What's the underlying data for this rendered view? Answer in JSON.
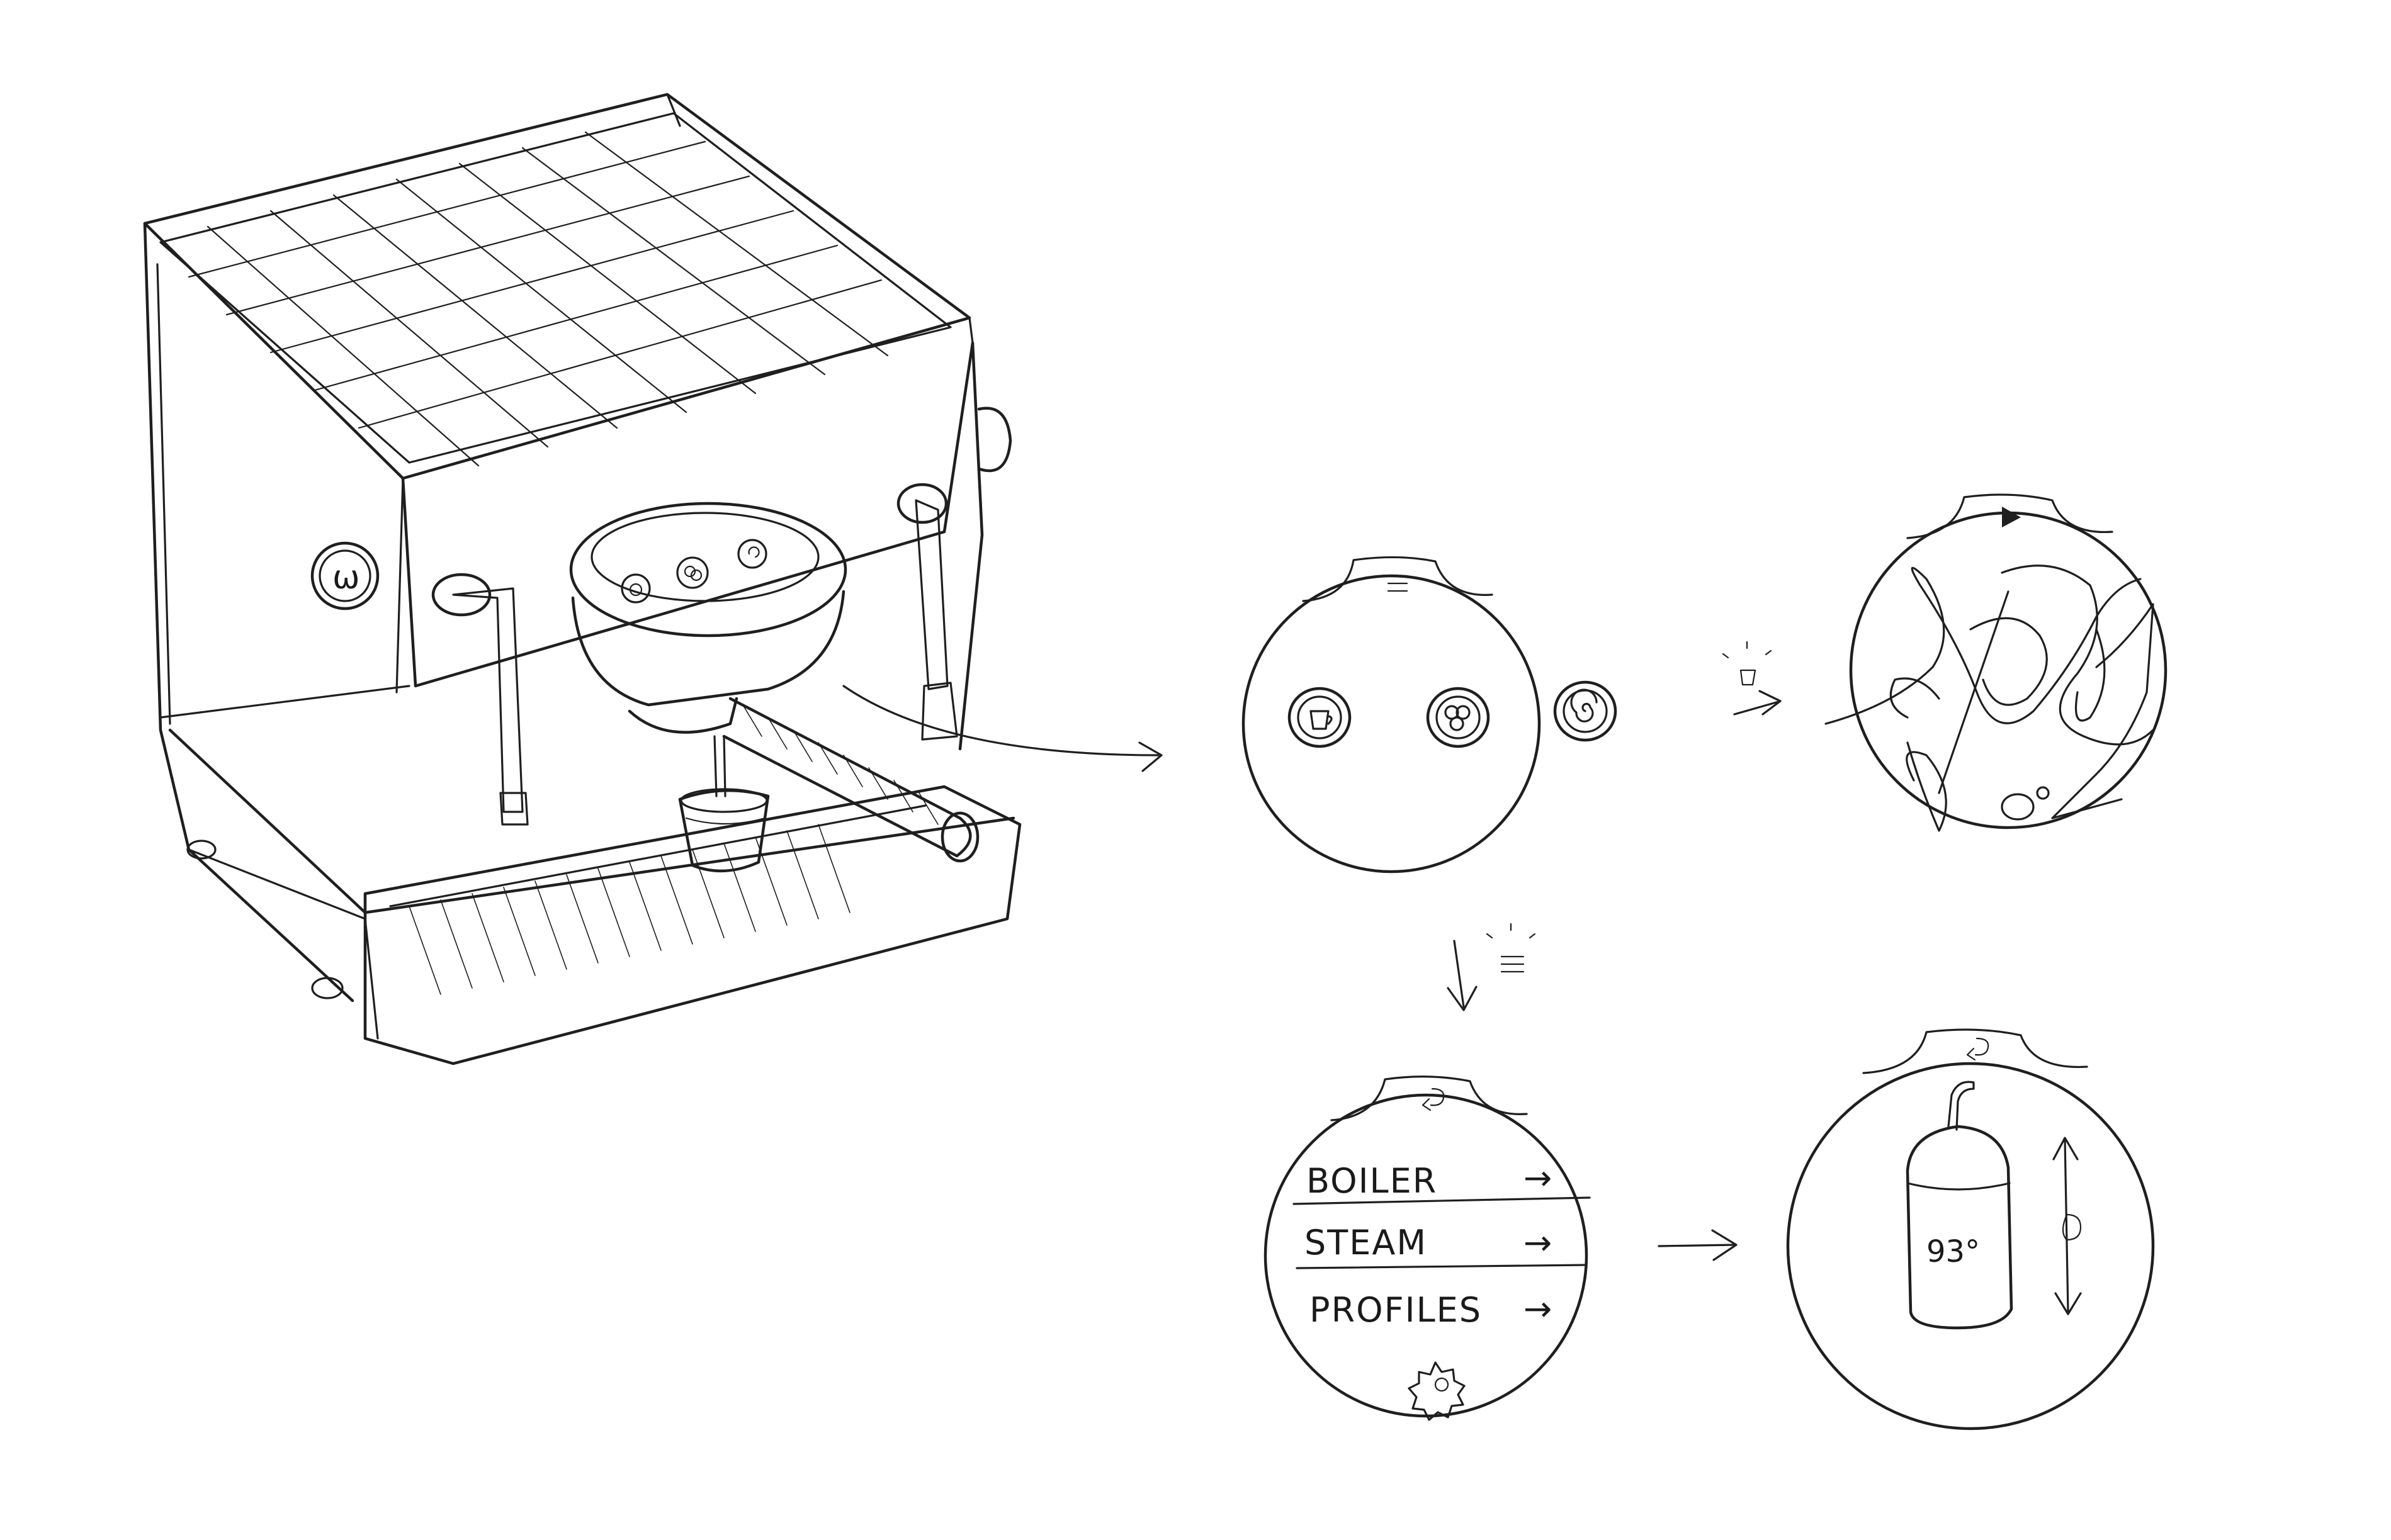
{
  "menu_screen": {
    "items": [
      {
        "label": "BOILER",
        "arrow": "→"
      },
      {
        "label": "STEAM",
        "arrow": "→"
      },
      {
        "label": "PROFILES",
        "arrow": "→"
      }
    ],
    "settings_icon": "gear-icon",
    "back_icon": "back-arrow-icon"
  },
  "home_screen": {
    "menu_icon": "hamburger-menu-icon",
    "buttons": [
      "single-cup-icon",
      "double-cup-icon",
      "steam-spiral-icon"
    ]
  },
  "brewing_screen": {
    "status_icon": "play-icon"
  },
  "temperature_screen": {
    "value": "93°",
    "back_icon": "back-arrow-icon"
  },
  "machine_badge": "ω"
}
